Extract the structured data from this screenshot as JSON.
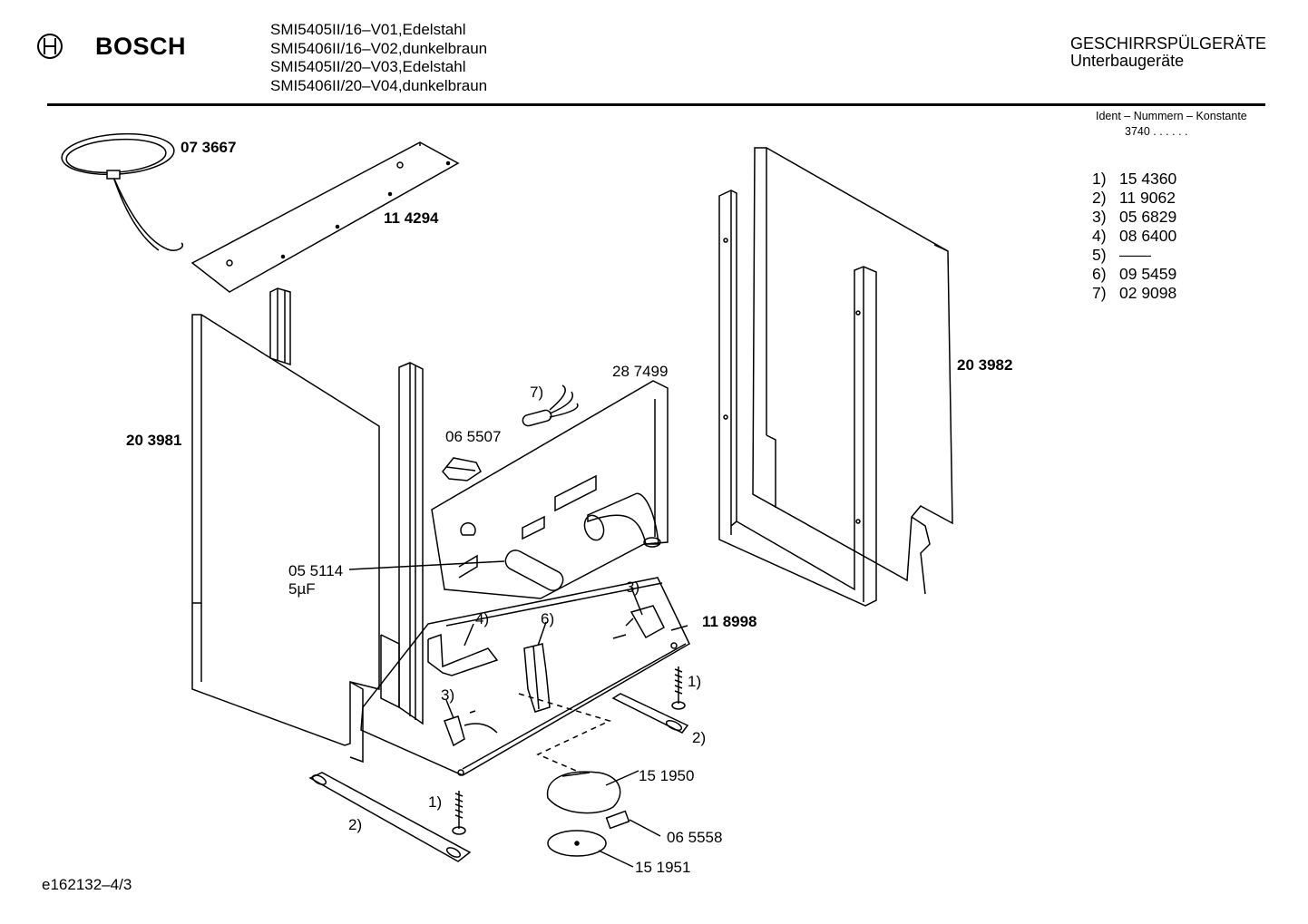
{
  "header": {
    "brand": "BOSCH",
    "models": [
      "SMI5405II/16–V01,Edelstahl",
      "SMI5406II/16–V02,dunkelbraun",
      "SMI5405II/20–V03,Edelstahl",
      "SMI5406II/20–V04,dunkelbraun"
    ],
    "category_title": "GESCHIRRSPÜLGERÄTE",
    "category_subtitle": "Unterbaugeräte"
  },
  "ident": {
    "label": "Ident – Nummern – Konstante",
    "value": "3740 . .   . . . ."
  },
  "constants": [
    {
      "index": "1)",
      "number": "15 4360"
    },
    {
      "index": "2)",
      "number": "11 9062"
    },
    {
      "index": "3)",
      "number": "05 6829"
    },
    {
      "index": "4)",
      "number": "08 6400"
    },
    {
      "index": "5)",
      "number": "——"
    },
    {
      "index": "6)",
      "number": "09 5459"
    },
    {
      "index": "7)",
      "number": "02 9098"
    }
  ],
  "parts": {
    "cable": "07 3667",
    "top_plate": "11 4294",
    "left_panel": "20 3981",
    "right_panel": "20 3982",
    "back_panel": "28 7499",
    "clip": "06 5507",
    "capacitor": "05 5114",
    "capacitor_value": "5µF",
    "base_frame": "11 8998",
    "pump": "15 1950",
    "connector": "06 5558",
    "disc": "15 1951",
    "ref_7": "7)",
    "ref_4": "4)",
    "ref_6": "6)",
    "ref_3a": "3)",
    "ref_3b": "3)",
    "ref_1a": "1)",
    "ref_1b": "1)",
    "ref_2a": "2)",
    "ref_2b": "2)"
  },
  "footer": {
    "code": "e162132–4/3"
  }
}
